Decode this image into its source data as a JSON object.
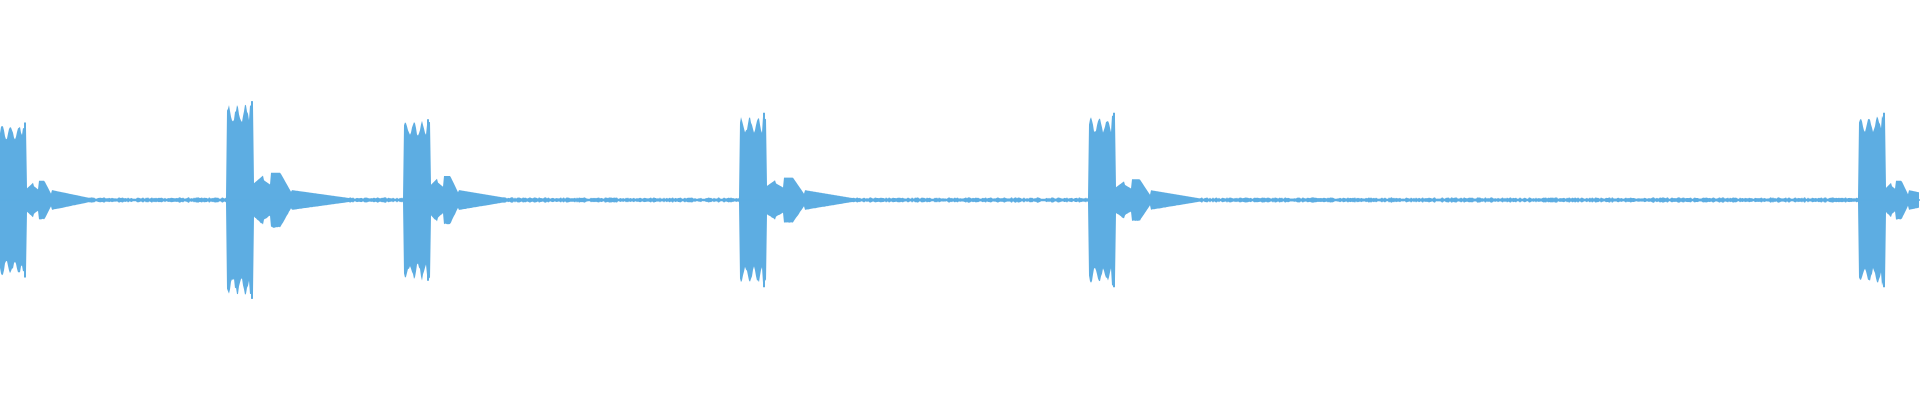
{
  "waveform": {
    "color": "#5dade2",
    "baseline_noise": 0.012,
    "bursts": [
      {
        "start": 0.0,
        "peak": 0.47,
        "peak_top": 0.47,
        "tail_amp": 0.12,
        "tail_len": 0.013,
        "fade": 0.02
      },
      {
        "start": 0.118,
        "peak": 0.6,
        "peak_top": 0.6,
        "tail_amp": 0.17,
        "tail_len": 0.02,
        "fade": 0.03
      },
      {
        "start": 0.21,
        "peak": 0.5,
        "peak_top": 0.49,
        "tail_amp": 0.15,
        "tail_len": 0.015,
        "fade": 0.025
      },
      {
        "start": 0.385,
        "peak": 0.52,
        "peak_top": 0.53,
        "tail_amp": 0.14,
        "tail_len": 0.02,
        "fade": 0.025
      },
      {
        "start": 0.567,
        "peak": 0.52,
        "peak_top": 0.53,
        "tail_amp": 0.13,
        "tail_len": 0.018,
        "fade": 0.025
      },
      {
        "start": 0.968,
        "peak": 0.53,
        "peak_top": 0.53,
        "tail_amp": 0.12,
        "tail_len": 0.012,
        "fade": 0.02
      }
    ]
  }
}
